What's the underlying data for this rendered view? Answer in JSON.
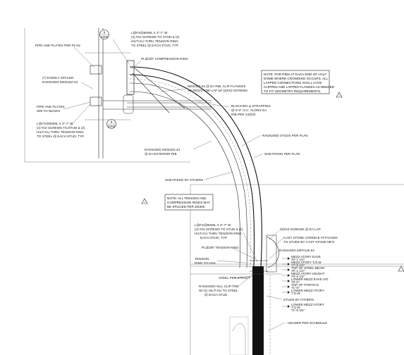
{
  "labels": {
    "l_gusset_top": "L@FX@60MIL X 2\"-7\" W",
    "l_gusset_top_2": "(4) #10 SCREWS TO STUD & (2)",
    "l_gusset_top_3": "HILTI KU THRU TENSION RING",
    "l_gusset_top_4": "TO STEEL @ EACH STUD, TYP.",
    "pipe_plates": "PIPE AND PLATES PER PLAN",
    "pl_compression": "PL@3/8\" COMPRESSION RING",
    "evenly_spaced_1": "(7) EVENLY SPACED",
    "evenly_spaced_2": "RADIUSED 600S162-43",
    "fixed_plates_1": "600S162-54 @ EA RIB, CLIP FLANGES",
    "fixed_plates_2": "AS REQ'D AND LAP W/ (2)#10 SCREWS",
    "pipe_plates_2a": "PIPE AND PLATES",
    "pipe_plates_2b": "SIM TO NE2201",
    "l_gusset_mid_1": "L@FX@60MIL X 2\"-7\" W",
    "l_gusset_mid_2": "(4) #10 SCREWS TO STUD & (2)",
    "l_gusset_mid_3": "HILTI KU THRU TENSION RING",
    "l_gusset_mid_4": "TO STEEL @ EACH STUD, TYP.",
    "blocking_1": "BLOCKING & STRAPPING",
    "blocking_2": "@ 8'-0\" O.C. ALONG EA",
    "blocking_3": "RIB PER 1/ZZ03",
    "note_ribs_1": "NOTE: FOR RIBS AT EACH END OF HALF",
    "note_ribs_2": "DOME WHERE CROWDING OCCURS, ALL",
    "note_ribs_3": "LAPPED CONNECTIONS SHALL HAVE",
    "note_ribs_4": "CLIPPED AND LAPPED FLANGES AS NEEDED",
    "note_ribs_5": "TO FIT GEOMETRY REQUIREMENTS.",
    "radiused_studs": "RADIUSED STUDS PER PLAN",
    "sheathing_plan": "SHEATHING PER PLAN",
    "radiused_ext_1": "RADIUSED 600S162-43",
    "radiused_ext_2": "@ EA EXTERIOR RIB",
    "sheathing_others": "SHEATHING BY OTHERS",
    "note_tension_1": "NOTE: ALL TENSION AND",
    "note_tension_2": "COMPRESSION RINGS MAY",
    "note_tension_3": "BE SPLICED PER 3/Z300",
    "l_gusset_low_1": "L@FX@60MIL X 2\"-7\" W",
    "l_gusset_low_2": "(4) #10 SCREWS TO STUD & (2)",
    "l_gusset_low_3": "HILTI KU THRU TENSION RING",
    "l_gusset_low_4": "EACH STUD, TYP.",
    "pl_tension": "PL@3/8\" TENSION RING",
    "tension_ring_1": "TENSION",
    "tension_ring_2": "RING TO HSS",
    "screws_lap": "(6)#10 SCREWS @ EA LAP",
    "cast_stone_1": "CAST STONE CORNICE ATTACHED",
    "cast_stone_2": "TO STUDS BY CAST STONE MFG",
    "radiused_600": "RADIUSED 600T125-54",
    "steel_struct": "STEEL PER STRUCT",
    "radiused_sill_1": "RADIUSED SILL CLIP-TRK",
    "radiused_sill_2": "W/ (1) HILTI KU TO STEEL",
    "radiused_sill_3": "@ EACH STUD",
    "studs_others": "STUDS BY OTHERS",
    "header_schedule": "HEADER PER SCHEDULE",
    "elev_1": "MEZZ ATORY EAVE",
    "elev_1b": "70'-1 1/2\"",
    "elev_2": "MEZZ ATORY T.O.W",
    "elev_2b": "77'-5 1/2\"",
    "elev_3": "TOP OF STEEL BEAM",
    "elev_3b": "70'-1 1/2\"",
    "elev_4": "MEZZ ATORY HEIGHT",
    "elev_4b": "70'-5 1/2\"",
    "elev_5": "LOWER MEZZ EAVE 4/O",
    "elev_5b": "70'-0\"",
    "elev_6": "TOP OF PORTICO",
    "elev_6b": "71'-0\"",
    "elev_7": "LOWER MEZZ ATORY",
    "elev_7b": "T.O.W",
    "elev_8": "LOWER MEZZ ATORY",
    "elev_8b": "T.O.W.",
    "elev_8c": "71'-6 3/4\""
  },
  "callouts": {
    "top_num": "9",
    "top_sheet": "Z300",
    "mid_num": "8",
    "mid_sheet": "Z300"
  }
}
